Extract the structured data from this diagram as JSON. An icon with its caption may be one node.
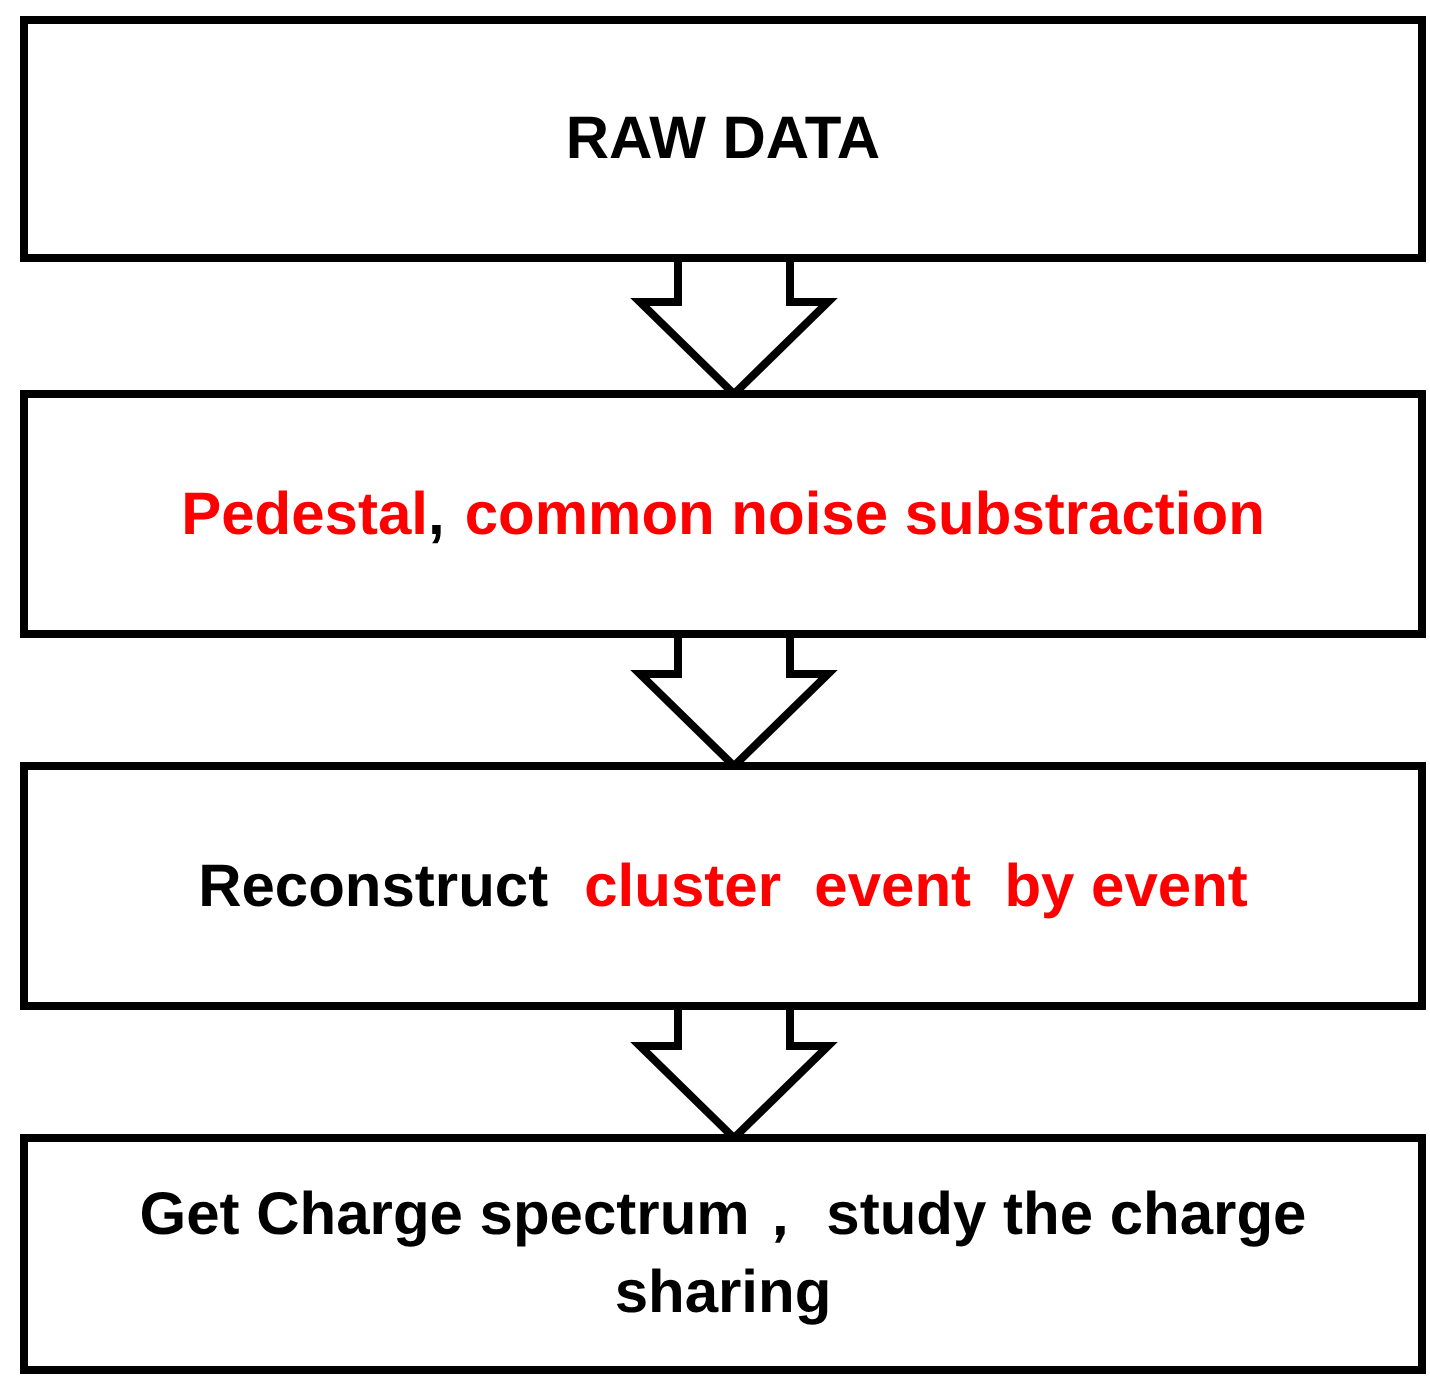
{
  "diagram": {
    "nodes": [
      {
        "text": [
          "RAW DATA"
        ]
      },
      {
        "text": [
          "Pedestal",
          ",",
          "common noise substraction"
        ]
      },
      {
        "text": [
          "Reconstruct",
          "cluster  event  by event"
        ]
      },
      {
        "text": [
          "Get Charge spectrum， study the charge sharing"
        ]
      }
    ],
    "edges": [
      {
        "from": 0,
        "to": 1,
        "arrow": "to"
      },
      {
        "from": 1,
        "to": 2,
        "arrow": "to"
      },
      {
        "from": 2,
        "to": 3,
        "arrow": "to"
      }
    ]
  }
}
